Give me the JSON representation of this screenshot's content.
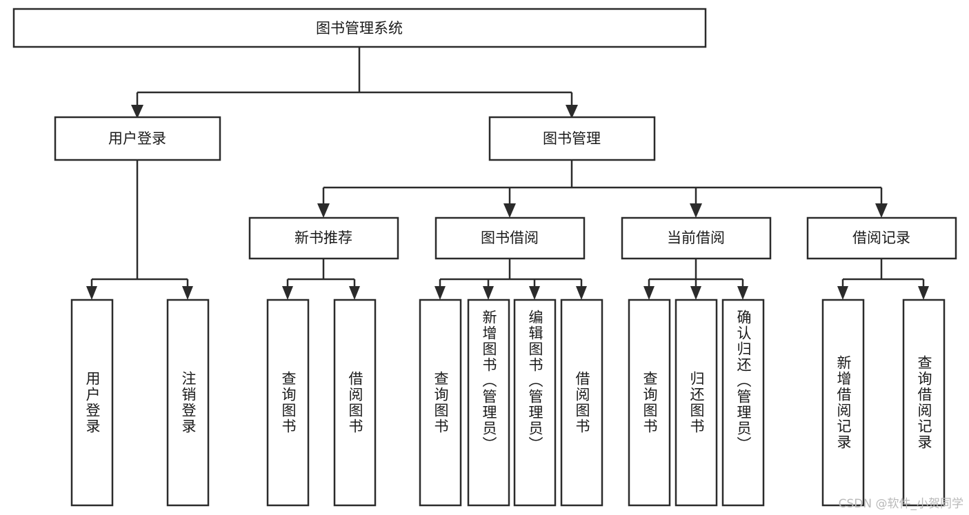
{
  "diagram": {
    "title": "图书管理系统",
    "type": "tree-hierarchy-flowchart",
    "orientation": "top-down",
    "colors": {
      "box_stroke": "#2b2b2b",
      "box_fill": "#ffffff",
      "connector": "#2b2b2b",
      "text": "#1a1a1a",
      "watermark": "#b9b9b9",
      "background": "#ffffff"
    },
    "root": {
      "label": "图书管理系统",
      "orientation": "horizontal"
    },
    "level2": [
      {
        "id": "user-login",
        "label": "用户登录",
        "orientation": "horizontal"
      },
      {
        "id": "book-management",
        "label": "图书管理",
        "orientation": "horizontal"
      }
    ],
    "level3": [
      {
        "id": "new-book-recommend",
        "label": "新书推荐",
        "orientation": "horizontal",
        "parent": "book-management"
      },
      {
        "id": "book-borrow",
        "label": "图书借阅",
        "orientation": "horizontal",
        "parent": "book-management"
      },
      {
        "id": "current-borrow",
        "label": "当前借阅",
        "orientation": "horizontal",
        "parent": "book-management"
      },
      {
        "id": "borrow-record",
        "label": "借阅记录",
        "orientation": "horizontal",
        "parent": "book-management"
      }
    ],
    "leaves": [
      {
        "id": "leaf-user-login",
        "label": "用户登录",
        "orientation": "vertical",
        "parent": "user-login"
      },
      {
        "id": "leaf-logout",
        "label": "注销登录",
        "orientation": "vertical",
        "parent": "user-login"
      },
      {
        "id": "leaf-query-book-1",
        "label": "查询图书",
        "orientation": "vertical",
        "parent": "new-book-recommend"
      },
      {
        "id": "leaf-borrow-book-1",
        "label": "借阅图书",
        "orientation": "vertical",
        "parent": "new-book-recommend"
      },
      {
        "id": "leaf-query-book-2",
        "label": "查询图书",
        "orientation": "vertical",
        "parent": "book-borrow"
      },
      {
        "id": "leaf-add-book",
        "label": "新增图书（管理员）",
        "orientation": "vertical",
        "parent": "book-borrow"
      },
      {
        "id": "leaf-edit-book",
        "label": "编辑图书（管理员）",
        "orientation": "vertical",
        "parent": "book-borrow"
      },
      {
        "id": "leaf-borrow-book-2",
        "label": "借阅图书",
        "orientation": "vertical",
        "parent": "book-borrow"
      },
      {
        "id": "leaf-query-book-3",
        "label": "查询图书",
        "orientation": "vertical",
        "parent": "current-borrow"
      },
      {
        "id": "leaf-return-book",
        "label": "归还图书",
        "orientation": "vertical",
        "parent": "current-borrow"
      },
      {
        "id": "leaf-confirm-return",
        "label": "确认归还（管理员）",
        "orientation": "vertical",
        "parent": "current-borrow"
      },
      {
        "id": "leaf-add-record",
        "label": "新增借阅记录",
        "orientation": "vertical",
        "parent": "borrow-record"
      },
      {
        "id": "leaf-query-record",
        "label": "查询借阅记录",
        "orientation": "vertical",
        "parent": "borrow-record"
      }
    ],
    "watermark": "CSDN @软件_小贺同学"
  }
}
